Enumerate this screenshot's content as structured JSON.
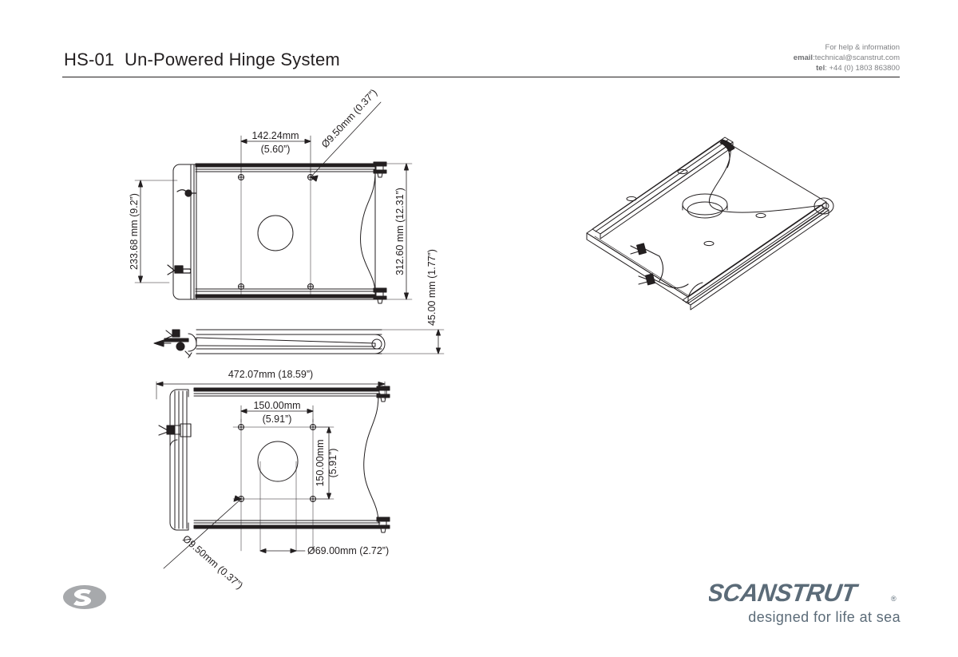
{
  "page": {
    "background": "#ffffff",
    "ink": "#231f20"
  },
  "header": {
    "title": "HS-01  Un-Powered Hinge System",
    "contact": {
      "line1": "For help & information",
      "email_label": "email",
      "email_value": ":technical@scanstrut.com",
      "tel_label": "tel",
      "tel_value": ": +44 (0) 1803 863800"
    }
  },
  "footer": {
    "mark_icon": "scanstrut-s-mark-icon",
    "brand_name": "SCANSTRUT",
    "brand_registered": "®",
    "tagline": "designed for life at sea",
    "brand_color": "#5b6b78",
    "mark_color": "#a7a9ac"
  },
  "drawing": {
    "views": [
      {
        "name": "top-view",
        "label": "Top view of un-powered hinge plate"
      },
      {
        "name": "side-view",
        "label": "Side edge profile view"
      },
      {
        "name": "bottom-view",
        "label": "Bottom view with mounting hole pattern"
      },
      {
        "name": "isometric-view",
        "label": "3D isometric view of hinge system"
      }
    ],
    "dimensions": {
      "top_width": "142.24mm",
      "top_width_imperial": "(5.60”)",
      "top_hole_dia": "Ø9.50mm (0.37”)",
      "top_height_left": "233.68 mm (9.2”)",
      "top_height_right": "312.60 mm (12.31”)",
      "side_thickness": "45.00 mm (1.77”)",
      "bottom_overall": "472.07mm (18.59”)",
      "bottom_pattern_w": "150.00mm",
      "bottom_pattern_w_imperial": "(5.91”)",
      "bottom_pattern_h": "150.00mm",
      "bottom_pattern_h_imperial": "(5.91”)",
      "bottom_hole_dia": "Ø9.50mm (0.37”)",
      "bottom_center_dia": "Ø69.00mm (2.72”)"
    }
  }
}
